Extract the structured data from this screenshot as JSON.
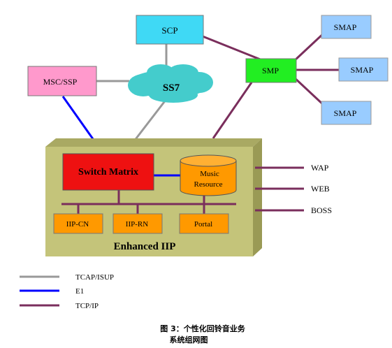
{
  "nodes": {
    "scp": "SCP",
    "smp": "SMP",
    "msc_ssp": "MSC/SSP",
    "ss7": "SS7",
    "smap_1": "SMAP",
    "smap_2": "SMAP",
    "smap_3": "SMAP",
    "switch_matrix": "Switch Matrix",
    "music_resource_line1": "Music",
    "music_resource_line2": "Resource",
    "iip_cn": "IIP-CN",
    "iip_rn": "IIP-RN",
    "portal": "Portal",
    "enhanced_iip": "Enhanced IIP"
  },
  "interfaces": {
    "wap": "WAP",
    "web": "WEB",
    "boss": "BOSS"
  },
  "legend": [
    {
      "label": "TCAP/ISUP",
      "color": "#999999"
    },
    {
      "label": "E1",
      "color": "#0000ff"
    },
    {
      "label": "TCP/IP",
      "color": "#7a2e5c"
    }
  ],
  "caption": {
    "line1": "图 3：个性化回铃音业务",
    "line2": "系统组网图"
  },
  "colors": {
    "scp": "#3fd9f5",
    "smp": "#22ee22",
    "msc_ssp": "#ff99cc",
    "ss7_cloud": "#44cccc",
    "smap": "#99ccff",
    "enhanced_front": "#c4c47a",
    "enhanced_top": "#a9a963",
    "enhanced_side": "#9a9a55",
    "switch_matrix": "#ee1111",
    "music_resource": "#ff9900",
    "subnodes": "#ff9900",
    "tcpip": "#7a2e5c",
    "tcap": "#999999",
    "e1": "#0000ff"
  }
}
